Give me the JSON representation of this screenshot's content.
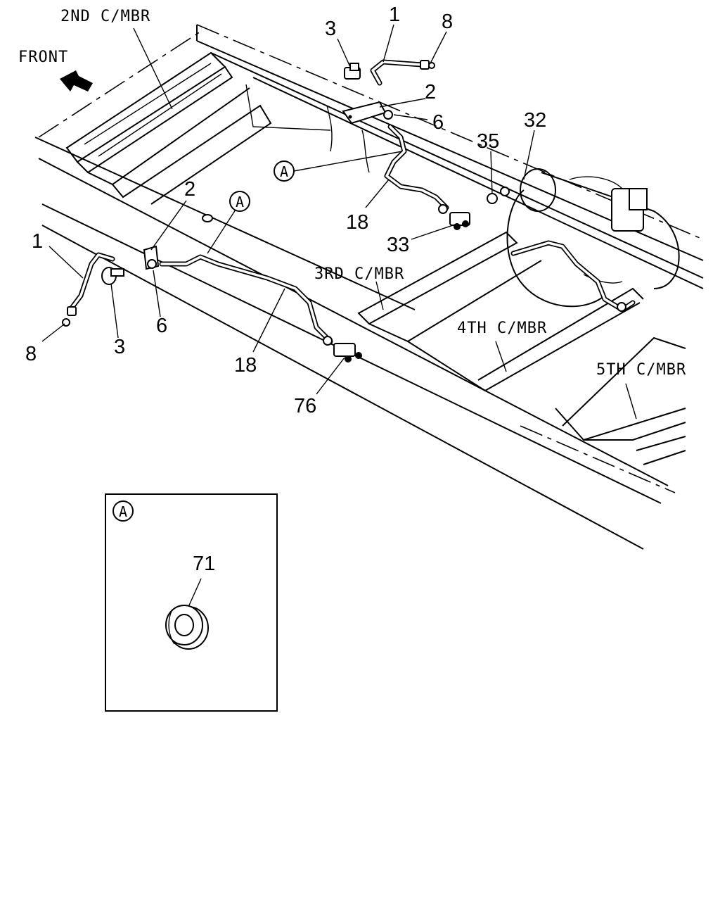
{
  "labels": {
    "second_member": "2ND C/MBR",
    "third_member": "3RD C/MBR",
    "fourth_member": "4TH C/MBR",
    "fifth_member": "5TH C/MBR",
    "front": "FRONT"
  },
  "callouts": {
    "top_1": "1",
    "top_3": "3",
    "top_8": "8",
    "top_2": "2",
    "top_6": "6",
    "top_32": "32",
    "top_35": "35",
    "top_18": "18",
    "top_33": "33",
    "left_1": "1",
    "left_2": "2",
    "left_8": "8",
    "left_3": "3",
    "left_6": "6",
    "left_18": "18",
    "left_76": "76",
    "ref_a_top": "A",
    "ref_a_mid": "A"
  },
  "detail": {
    "ref": "A",
    "part_number": "71"
  }
}
